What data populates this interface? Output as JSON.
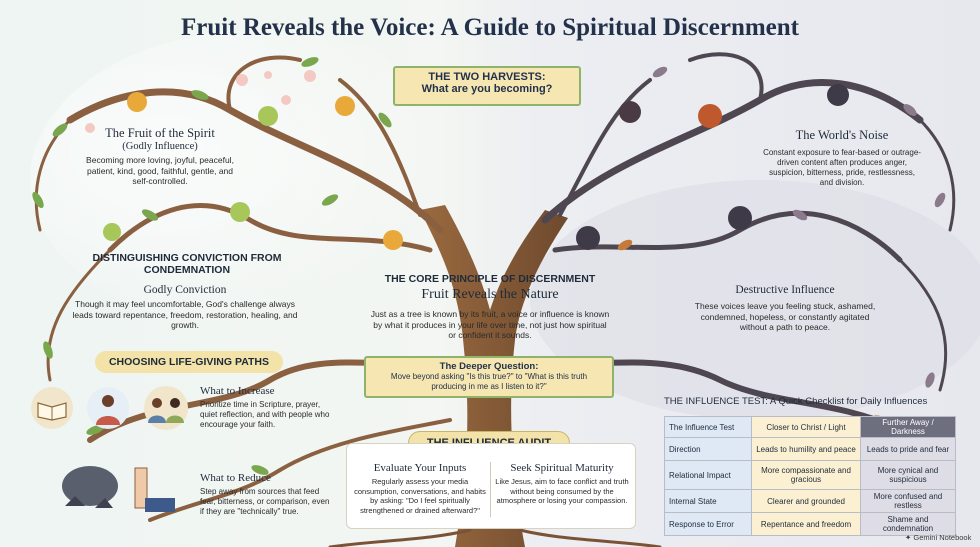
{
  "title": "Fruit Reveals the Voice: A Guide to Spiritual Discernment",
  "harvest_banner": {
    "line1": "THE TWO HARVESTS:",
    "line2": "What are you becoming?"
  },
  "spirit_fruit": {
    "heading": "The Fruit of the Spirit",
    "sub": "(Godly Influence)",
    "body": "Becoming more loving, joyful, peaceful, patient, kind, good, faithful, gentle, and self-controlled."
  },
  "worlds_noise": {
    "heading": "The World's Noise",
    "body": "Constant exposure to fear-based or outrage-driven content aften produces anger, suspicion, bitterness, pride, restlessness, and division."
  },
  "conviction": {
    "section_heading": "DISTINGUISHING CONVICTION FROM CONDEMNATION",
    "heading": "Godly Conviction",
    "body": "Though it may feel uncomfortable, God's challenge always leads toward repentance, freedom, restoration, healing, and growth."
  },
  "destructive": {
    "heading": "Destructive Influence",
    "body": "These voices leave you feeling stuck, ashamed, condemned, hopeless, or constantly agitated without a path to peace."
  },
  "core": {
    "label": "THE CORE PRINCIPLE OF DISCERNMENT",
    "heading": "Fruit Reveals the Nature",
    "body": "Just as a tree is known by its fruit, a voice or influence is known by what it produces in your life over time, not just how spiritual or confident it sounds."
  },
  "deeper": {
    "heading": "The Deeper Question:",
    "body": "Move beyond asking \"Is this true?\" to \"What is this truth producing in me as I listen to it?\""
  },
  "paths": {
    "heading": "CHOOSING LIFE-GIVING PATHS",
    "increase_heading": "What to Increase",
    "increase_body": "Prioritize time in Scripture, prayer, quiet reflection, and with people who encourage your faith.",
    "reduce_heading": "What to Reduce",
    "reduce_body": "Step away from sources that feed fear, bitterness, or comparison, even if they are \"technically\" true."
  },
  "audit": {
    "heading": "THE INFLUENCE AUDIT",
    "left_heading": "Evaluate Your Inputs",
    "left_body": "Regularly assess your media consumption, conversations, and habits by asking: \"Do I feel spiritually strengthened or drained afterward?\"",
    "right_heading": "Seek Spiritual Maturity",
    "right_body": "Like Jesus, aim to face conflict and truth without being consumed by the atmosphere or losing your compassion."
  },
  "influence_test": {
    "heading": "THE INFLUENCE TEST: A Quick Checklist for Daily Influences",
    "headers": [
      "The Influence Test",
      "Closer to Christ / Light",
      "Further Away / Darkness"
    ],
    "rows": [
      [
        "Direction",
        "Leads to humility and peace",
        "Leads to pride and fear"
      ],
      [
        "Relational Impact",
        "More compassionate and gracious",
        "More cynical and suspicious"
      ],
      [
        "Internal State",
        "Clearer and grounded",
        "More confused and restless"
      ],
      [
        "Response to Error",
        "Repentance and freedom",
        "Shame and condemnation"
      ]
    ]
  },
  "watermark": "Gemini Notebook",
  "colors": {
    "title": "#23324a",
    "banner_fill": "#f5e6b2",
    "leaf": "#6f9a45",
    "apple": "#e9a93a",
    "dark_fruit": "#4a3a44"
  },
  "icons": [
    "apple-icon",
    "blossom-icon",
    "leaf-icon",
    "thorn-fruit-icon",
    "open-bible-icon",
    "praying-person-icon",
    "group-people-icon",
    "stop-hand-icon",
    "rubble-icon"
  ]
}
